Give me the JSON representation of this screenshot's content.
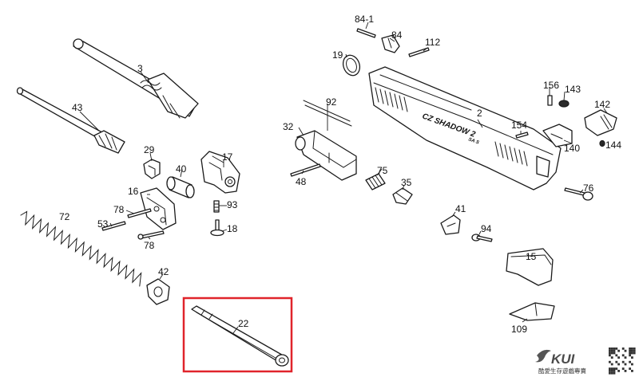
{
  "diagram": {
    "slide_markings": [
      "CZ SHADOW 2",
      "SA S"
    ],
    "part_labels": [
      {
        "id": "p84-1",
        "text": "84-1"
      },
      {
        "id": "p84",
        "text": "84"
      },
      {
        "id": "p112",
        "text": "112"
      },
      {
        "id": "p19",
        "text": "19"
      },
      {
        "id": "p3",
        "text": "3"
      },
      {
        "id": "p43",
        "text": "43"
      },
      {
        "id": "p92",
        "text": "92"
      },
      {
        "id": "p2",
        "text": "2"
      },
      {
        "id": "p156",
        "text": "156"
      },
      {
        "id": "p143",
        "text": "143"
      },
      {
        "id": "p142",
        "text": "142"
      },
      {
        "id": "p154",
        "text": "154"
      },
      {
        "id": "p140",
        "text": "140"
      },
      {
        "id": "p144",
        "text": "144"
      },
      {
        "id": "p32",
        "text": "32"
      },
      {
        "id": "p29",
        "text": "29"
      },
      {
        "id": "p17",
        "text": "17"
      },
      {
        "id": "p40",
        "text": "40"
      },
      {
        "id": "p75",
        "text": "75"
      },
      {
        "id": "p48",
        "text": "48"
      },
      {
        "id": "p35",
        "text": "35"
      },
      {
        "id": "p76",
        "text": "76"
      },
      {
        "id": "p16",
        "text": "16"
      },
      {
        "id": "p93",
        "text": "93"
      },
      {
        "id": "p72",
        "text": "72"
      },
      {
        "id": "p78a",
        "text": "78"
      },
      {
        "id": "p53",
        "text": "53"
      },
      {
        "id": "p18",
        "text": "18"
      },
      {
        "id": "p78b",
        "text": "78"
      },
      {
        "id": "p41",
        "text": "41"
      },
      {
        "id": "p94",
        "text": "94"
      },
      {
        "id": "p15",
        "text": "15"
      },
      {
        "id": "p42",
        "text": "42"
      },
      {
        "id": "p22",
        "text": "22"
      },
      {
        "id": "p109",
        "text": "109"
      }
    ],
    "highlight": {
      "part": "22",
      "color": "#e0242b"
    }
  },
  "watermark": {
    "brand": "KUI",
    "tagline": "酷愛生存遊戲專賣",
    "logo_color": "#555555"
  }
}
